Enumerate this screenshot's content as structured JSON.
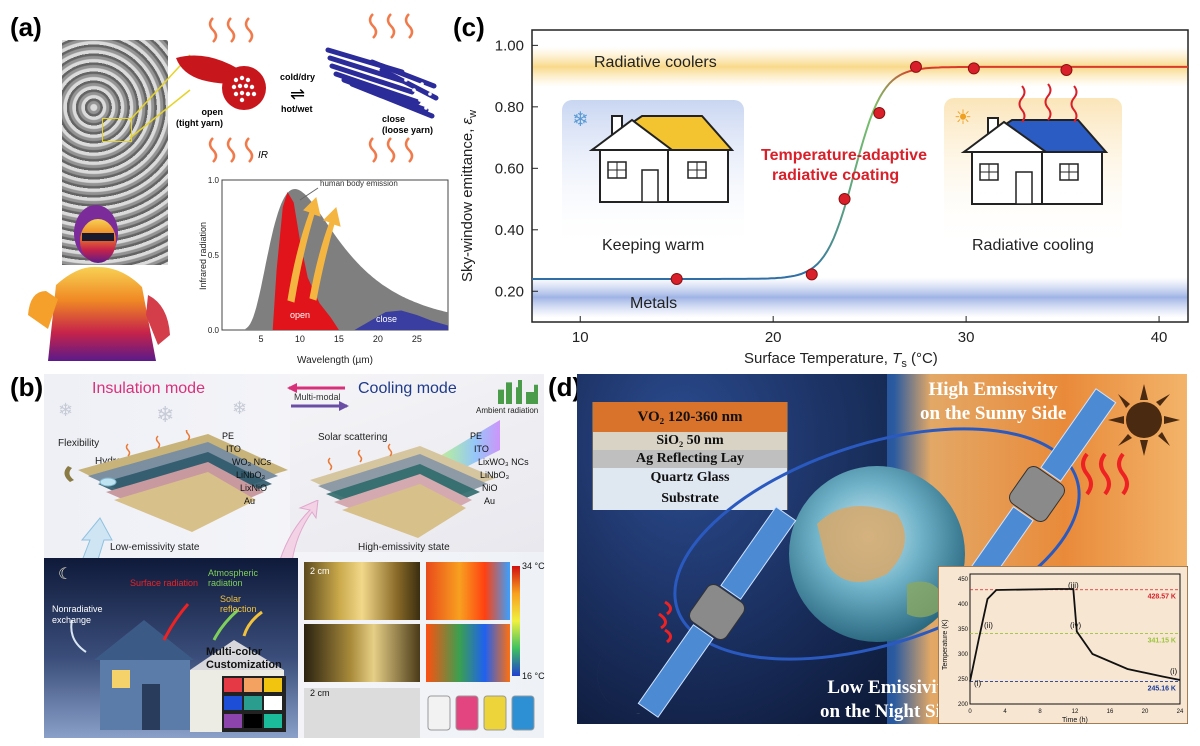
{
  "panels": {
    "a": {
      "label": "(a)",
      "states": {
        "open": "open",
        "open_sub": "(tight yarn)",
        "close": "close",
        "close_sub": "(loose yarn)",
        "cold_dry": "cold/dry",
        "hot_wet": "hot/wet",
        "ir": "IR"
      },
      "chart": {
        "ylabel": "Infrared radiation",
        "xlabel": "Wavelength (µm)",
        "annotation": "human body emission",
        "open_label": "open",
        "close_label": "close"
      }
    },
    "b": {
      "label": "(b)",
      "insulation_mode": "Insulation mode",
      "cooling_mode": "Cooling mode",
      "multi_modal": "Multi-modal",
      "ambient_radiation": "Ambient radiation",
      "flexibility": "Flexibility",
      "hydrophobicity": "Hydrophobicity",
      "solar_scattering": "Solar scattering",
      "layers": [
        "PE",
        "ITO",
        "WO₃ NCs",
        "LiNbO₃",
        "LixNiO",
        "Au"
      ],
      "layers_right": [
        "PE",
        "ITO",
        "LixWO₃ NCs",
        "LiNbO₃",
        "NiO",
        "Au"
      ],
      "low_state": "Low-emissivity state",
      "high_state": "High-emissivity state",
      "surface_radiation": "Surface radiation",
      "atmospheric_radiation": "Atmospheric radiation",
      "solar_reflection": "Solar reflection",
      "nonradiative": "Nonradiative exchange",
      "customization": "Multi-color Customization",
      "scale1": "2 cm",
      "scale2": "2 cm",
      "temp_max": "34 °C",
      "temp_min": "16 °C",
      "swatch_colors": [
        "#e63946",
        "#f4a261",
        "#f1c40f",
        "#1d4ed8",
        "#2a9d8f",
        "#ffffff",
        "#8e44ad",
        "#000000",
        "#1abc9c"
      ]
    },
    "c": {
      "label": "(c)",
      "band_top": "Radiative coolers",
      "band_bottom": "Metals",
      "coating_line1": "Temperature-adaptive",
      "coating_line2": "radiative coating",
      "keeping_warm": "Keeping warm",
      "radiative_cooling": "Radiative cooling",
      "ylabel_main": "Sky-window emittance, ",
      "ylabel_sym": "ε",
      "ylabel_sub": "w",
      "xlabel_main": "Surface Temperature, ",
      "xlabel_sym": "T",
      "xlabel_sub": "s",
      "xlabel_unit": " (°C)"
    },
    "d": {
      "label": "(d)",
      "high_line1": "High Emissivity",
      "high_line2": "on the Sunny Side",
      "low_line1": "Low Emissivity",
      "low_line2": "on the Night Side",
      "stack": [
        {
          "text": "VO₂   120-360 nm",
          "color": "#d9732b"
        },
        {
          "text": "SiO₂   50 nm",
          "color": "#d8d3c5"
        },
        {
          "text": "Ag Reflecting Lay",
          "color": "#bfbfbf"
        },
        {
          "text": "Quartz Glass",
          "color": "#dfe7f1"
        },
        {
          "text": "Substrate",
          "color": "#dfe7f1"
        }
      ],
      "inset": {
        "ylabel": "Temperature (K)",
        "xlabel": "Time (h)",
        "levels": [
          "428.57 K",
          "341.15 K",
          "245.16 K"
        ],
        "markers": [
          "(i)",
          "(ii)",
          "(iii)",
          "(iv)",
          "(i)"
        ]
      }
    }
  },
  "chart_data": [
    {
      "type": "line",
      "x": [
        15,
        22,
        23.7,
        25.5,
        27.4,
        30.4,
        35.2
      ],
      "values": [
        0.24,
        0.255,
        0.5,
        0.78,
        0.93,
        0.925,
        0.92
      ],
      "xlabel": "Surface Temperature, Ts (°C)",
      "ylabel": "Sky-window emittance, εw",
      "xlim": [
        7.5,
        41.5
      ],
      "ylim": [
        0.1,
        1.05
      ],
      "xticks": [
        10,
        20,
        30,
        40
      ],
      "yticks": [
        0.2,
        0.4,
        0.6,
        0.8,
        1.0
      ],
      "ytick_labels": [
        "0.20",
        "0.40",
        "0.60",
        "0.80",
        "1.00"
      ],
      "bands": [
        {
          "label": "Radiative coolers",
          "value": 0.93
        },
        {
          "label": "Metals",
          "value": 0.18
        }
      ]
    },
    {
      "type": "area",
      "xlabel": "Wavelength (µm)",
      "ylabel": "Infrared radiation",
      "xlim": [
        0,
        29
      ],
      "ylim": [
        0,
        1.0
      ],
      "xticks": [
        5,
        10,
        15,
        20,
        25
      ],
      "yticks": [
        0.0,
        0.5,
        1.0
      ],
      "ytick_labels": [
        "0.0",
        "0.5",
        "1.0"
      ]
    },
    {
      "type": "line",
      "xlabel": "Time (h)",
      "ylabel": "Temperature (K)",
      "xlim": [
        0,
        24
      ],
      "ylim": [
        200,
        460
      ],
      "xticks": [
        0,
        4,
        8,
        12,
        16,
        20,
        24
      ],
      "yticks": [
        200,
        250,
        300,
        350,
        400,
        450
      ],
      "x": [
        0,
        1,
        2,
        3,
        10,
        11.8,
        12.2,
        14,
        18,
        22,
        24
      ],
      "values": [
        245,
        330,
        410,
        428,
        430,
        430,
        345,
        300,
        270,
        255,
        248
      ]
    }
  ]
}
